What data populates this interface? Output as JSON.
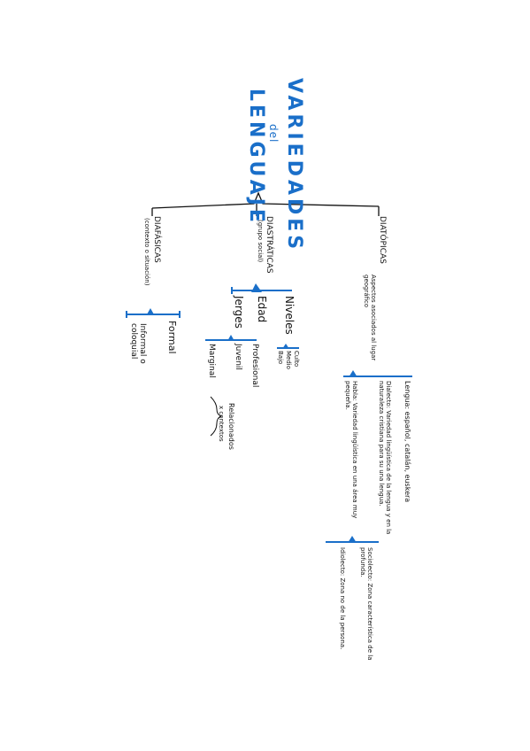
{
  "colors": {
    "accent": "#1a6fc9",
    "ink": "#111111"
  },
  "title": {
    "line1": "VARIEDADES",
    "line2": "del",
    "line3": "LENGUAJE"
  },
  "diafasicas": {
    "label": "DIAFÁSICAS",
    "sub": "(contexto o situación)",
    "formal": "Formal",
    "informal": "Informal o coloquial"
  },
  "diastraticas": {
    "label": "DIASTRÁTICAS",
    "sub": "(grupo social)",
    "niveles": "Niveles",
    "niveles_items": [
      "Culto",
      "Medio",
      "Bajo"
    ],
    "edad": "Edad",
    "jerges": "Jerges",
    "jerges_items": [
      "Profesional",
      "Juvenil",
      "Marginal"
    ],
    "relacionadas": "Relacionados",
    "relacionadas_sub": "x contextos"
  },
  "diatopicas": {
    "label": "DIATÓPICAS",
    "sub": "Aspectos asociados al lugar geográfico",
    "lengua": "Lengua: español, catalán, euskera",
    "dialecto": "Dialecto: Variedad lingüística de la lengua y en la naturaleza cristiana para su una lengua.",
    "habla": "Habla: Variedad lingüística en una área muy pequeña.",
    "sociolecto": "Sociolecto: Zona característica de la profunda.",
    "idiolecto": "Idiolecto: Zona no de la persona."
  }
}
